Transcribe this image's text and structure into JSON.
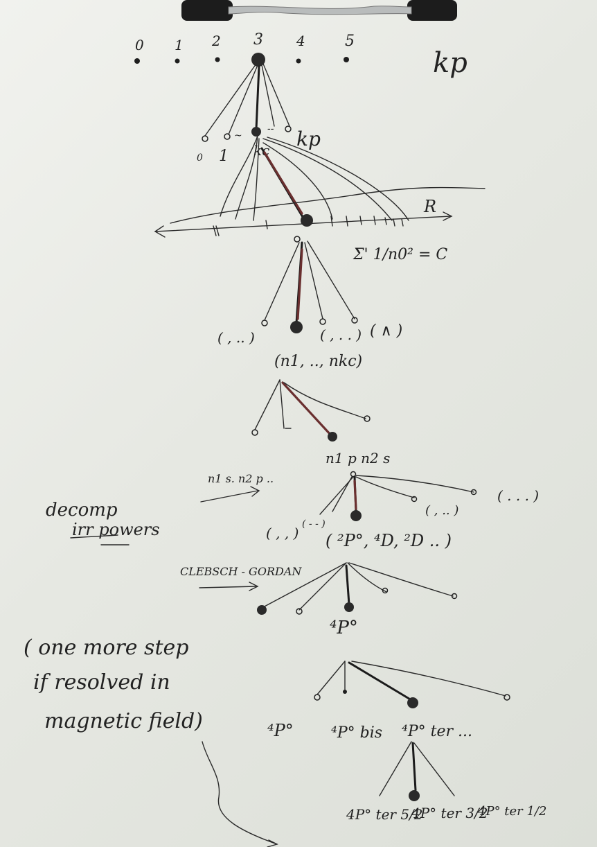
{
  "level0": {
    "digits": [
      "0",
      "1",
      "2",
      "3",
      "4",
      "5"
    ],
    "label": "kp"
  },
  "level1": {
    "labels": [
      "0",
      "1",
      "kc",
      "kp"
    ]
  },
  "level2": {
    "axis_label": "R",
    "sum_note": "Σ' 1/n0² = C"
  },
  "level3": {
    "tuple_left": "( , .. )",
    "tuple_mid": "( , . . )",
    "tuple_right": "( ∧ )",
    "selected": "(n1, .., nkc)"
  },
  "level4": {
    "selected": "n1 p n2 s"
  },
  "level5": {
    "arrow_note": "n1 s. n2 p ..",
    "side_note_line1": "decomp",
    "side_note_line2": "irr powers",
    "tuple_left": "( , , )",
    "tuple_left2": "( - - )",
    "selected": "( ²P°, ⁴D, ²D .. )",
    "tuple_right_small": "( , .. )",
    "tuple_right": "( . . . )"
  },
  "level6": {
    "arrow_note": "CLEBSCH - GORDAN",
    "selected": "⁴P°"
  },
  "level7": {
    "paren_line1": "( one more step",
    "paren_line2": "if resolved in",
    "paren_line3": "magnetic field)",
    "leaf1": "⁴P°",
    "leaf2": "⁴P° bis",
    "leaf3": "⁴P° ter ...",
    "leaf_ter_selected": "⁴P° ter"
  },
  "level8": {
    "leaf1": "4P° ter 5/2",
    "leaf2": "4P° ter 3/2",
    "leaf3": "4P° ter 1/2"
  }
}
